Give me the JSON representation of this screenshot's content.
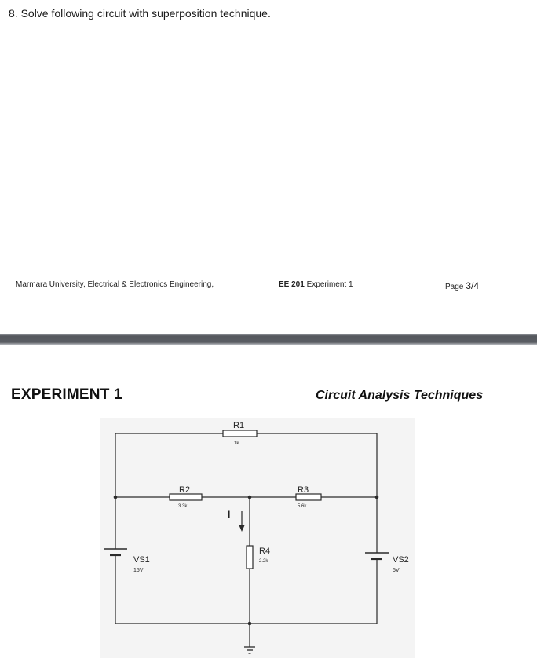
{
  "question": "8. Solve following circuit with superposition technique.",
  "footer": {
    "left": "Marmara University, Electrical & Electronics Engineering,",
    "course_code": "EE 201",
    "experiment": "Experiment 1",
    "page_label": "Page",
    "page_number": "3/4"
  },
  "header": {
    "title": "EXPERIMENT 1",
    "subtitle": "Circuit Analysis Techniques"
  },
  "circuit": {
    "current_label": "I",
    "components": [
      {
        "name": "R1",
        "value": "1k"
      },
      {
        "name": "R2",
        "value": "3.3k"
      },
      {
        "name": "R3",
        "value": "5.6k"
      },
      {
        "name": "R4",
        "value": "2.2k"
      },
      {
        "name": "VS1",
        "value": "15V"
      },
      {
        "name": "VS2",
        "value": "5V"
      }
    ]
  }
}
